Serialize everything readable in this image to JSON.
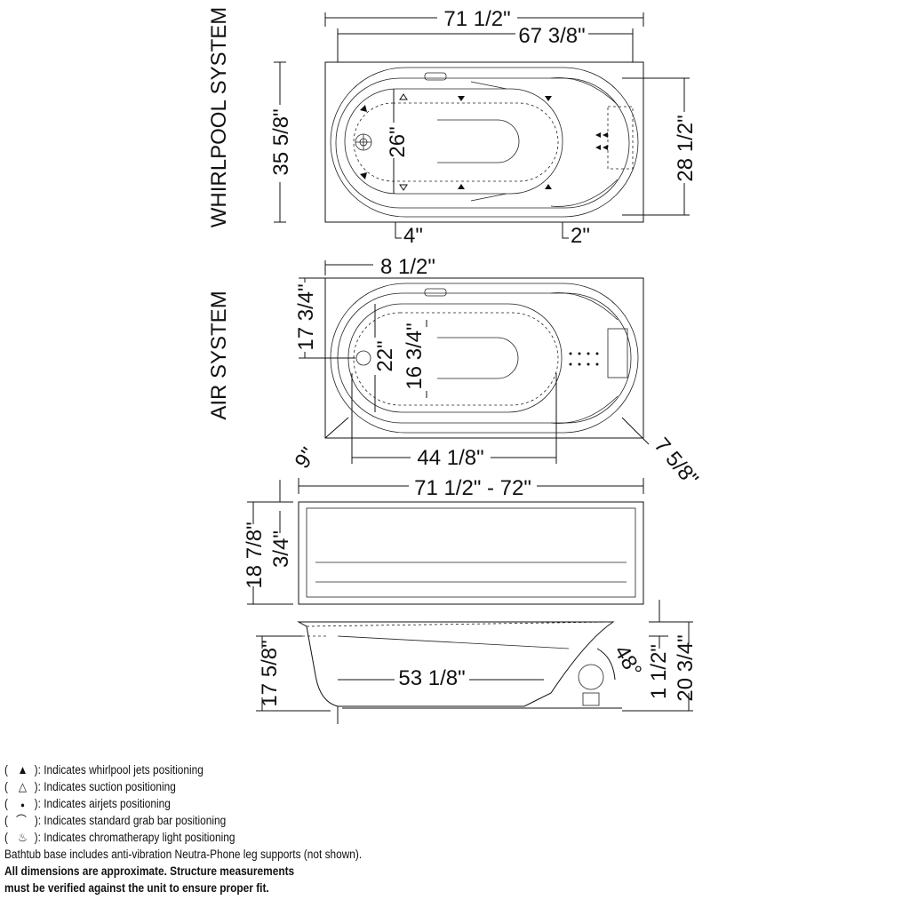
{
  "whirlpool_view": {
    "title": "WHIRLPOOL SYSTEM",
    "overall_length": "71 1/2\"",
    "inner_length": "67 3/8\"",
    "overall_width": "35 5/8\"",
    "inner_width": "28 1/2\"",
    "basin_width": "26\"",
    "offset_left": "4\"",
    "offset_right": "2\""
  },
  "air_view": {
    "title": "AIR SYSTEM",
    "drain_offset": "8 1/2\"",
    "drain_side": "17 3/4\"",
    "basin_width": "22\"",
    "bottom_width": "16 3/4\"",
    "bottom_length": "44 1/8\"",
    "corner_left": "9\"",
    "corner_right": "7 5/8\""
  },
  "front_view": {
    "length": "71 1/2\" - 72\"",
    "height": "18 7/8\"",
    "lip": "3/4\""
  },
  "side_view": {
    "depth": "17 5/8\"",
    "bottom_length": "53 1/8\"",
    "angle": "48°",
    "rim": "1 1/2\"",
    "total_height": "20 3/4\""
  },
  "legend": [
    {
      "symbol": "▲",
      "icon": "whirlpool-jet-icon",
      "text": "): Indicates whirlpool jets positioning"
    },
    {
      "symbol": "△",
      "icon": "suction-icon",
      "text": "): Indicates suction positioning"
    },
    {
      "symbol": "●",
      "icon": "airjet-icon",
      "text": "): Indicates airjets positioning"
    },
    {
      "symbol": "⌒",
      "icon": "grab-bar-icon",
      "text": "): Indicates standard grab bar positioning"
    },
    {
      "symbol": "♨",
      "icon": "chromatherapy-light-icon",
      "text": "): Indicates chromatherapy light positioning"
    }
  ],
  "notes": {
    "base": "Bathtub base includes anti-vibration Neutra-Phone leg supports (not shown).",
    "warning_1": "All dimensions are approximate. Structure measurements",
    "warning_2": "must be verified against the unit to ensure proper fit."
  }
}
